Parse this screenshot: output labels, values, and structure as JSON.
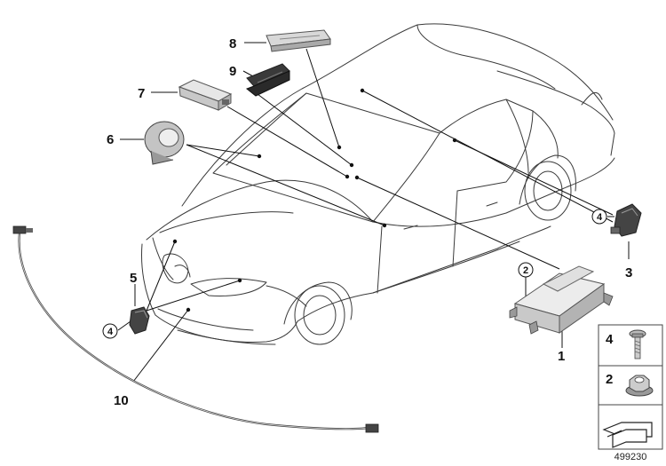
{
  "diagram": {
    "callouts": {
      "c1": "1",
      "c2": "2",
      "c3": "3",
      "c4": "4",
      "c5": "5",
      "c6": "6",
      "c7": "7",
      "c8": "8",
      "c9": "9",
      "c10": "10"
    },
    "circled": {
      "on_control_unit": "2",
      "on_sensor_right": "4",
      "on_sensor_left": "4"
    },
    "legend": {
      "items": [
        {
          "number": "4",
          "icon": "bolt-icon"
        },
        {
          "number": "2",
          "icon": "flange-nut-icon"
        }
      ]
    },
    "reference_number": "499230"
  }
}
